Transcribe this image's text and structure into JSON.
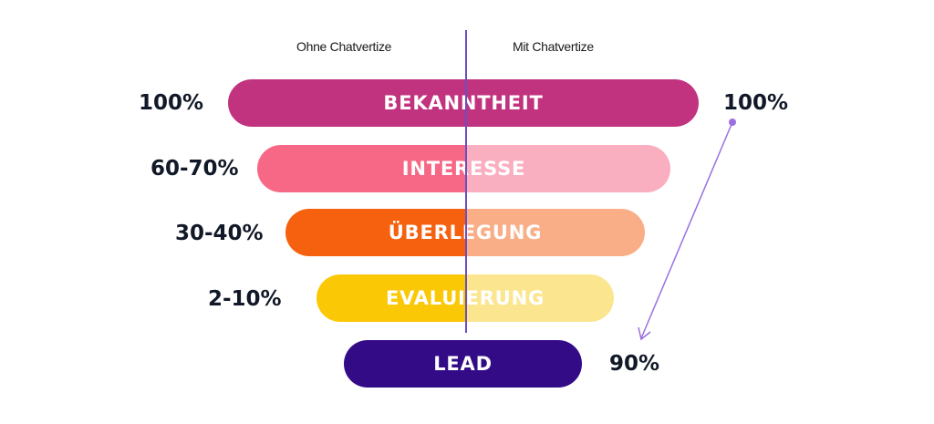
{
  "columns": {
    "left": "Ohne Chatvertize",
    "right": "Mit Chatvertize"
  },
  "stages": [
    {
      "label": "BEKANNTHEIT",
      "left_pct": "100%",
      "color_left": "#c1337f",
      "color_right": "#c1337f"
    },
    {
      "label": "INTERESSE",
      "left_pct": "60-70%",
      "color_left": "#f76886",
      "color_right": "#f9afc0"
    },
    {
      "label": "ÜBERLEGUNG",
      "left_pct": "30-40%",
      "color_left": "#f6610f",
      "color_right": "#f9ae88"
    },
    {
      "label": "EVALUIERUNG",
      "left_pct": "2-10%",
      "color_left": "#fbc806",
      "color_right": "#fbe68f"
    },
    {
      "label": "LEAD",
      "left_pct": "",
      "color_left": "#330b87",
      "color_right": "#330b87"
    }
  ],
  "right_values": {
    "top": "100%",
    "bottom": "90%"
  },
  "colors": {
    "divider": "#6a4fc0",
    "arrow": "#9a6fe0",
    "text": "#111827"
  }
}
